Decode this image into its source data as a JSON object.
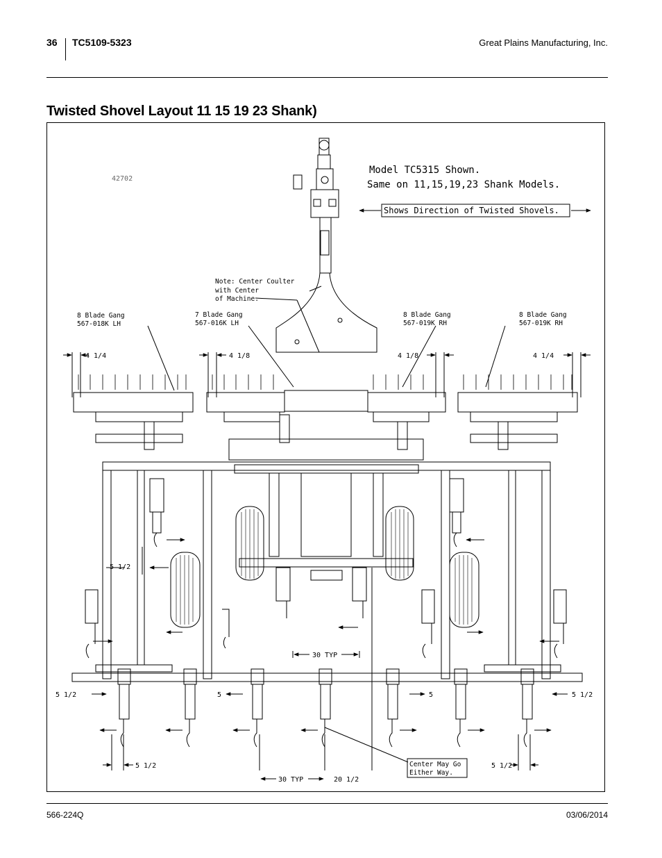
{
  "header": {
    "page_number": "36",
    "model": "TC5109-5323",
    "company": "Great Plains Manufacturing, Inc."
  },
  "title": "Twisted Shovel Layout 11 15 19 23 Shank)",
  "figure": {
    "figure_id": "42702",
    "model_note_1": "Model TC5315 Shown.",
    "model_note_2": "Same on 11,15,19,23 Shank Models.",
    "direction_label": "Shows Direction of Twisted Shovels.",
    "center_note_1": "Note: Center Coulter",
    "center_note_2": "with Center",
    "center_note_3": "of Machine.",
    "gang_1_line1": "8 Blade Gang",
    "gang_1_line2": "567-018K LH",
    "gang_2_line1": "7 Blade Gang",
    "gang_2_line2": "567-016K LH",
    "gang_3_line1": "8 Blade Gang",
    "gang_3_line2": "567-019K RH",
    "gang_4_line1": "8 Blade Gang",
    "gang_4_line2": "567-019K RH",
    "dim_4_1_4": "4 1/4",
    "dim_4_1_8": "4 1/8",
    "dim_5_1_2": "5 1/2",
    "dim_5": "5",
    "dim_30_typ": "30 TYP",
    "dim_20_1_2": "20 1/2",
    "center_go_1": "Center May Go",
    "center_go_2": "Either Way."
  },
  "footer": {
    "doc_number": "566-224Q",
    "date": "03/06/2014"
  }
}
